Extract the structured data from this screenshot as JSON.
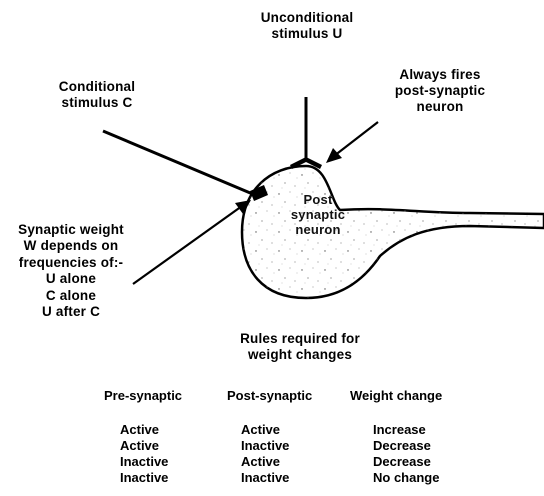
{
  "labels": {
    "unconditional": [
      "Unconditional",
      "stimulus U"
    ],
    "conditional": [
      "Conditional",
      "stimulus C"
    ],
    "always_fires": [
      "Always fires",
      "post-synaptic",
      "neuron"
    ],
    "neuron": [
      "Post",
      "synaptic",
      "neuron"
    ],
    "weight": [
      "Synaptic weight",
      "W depends on",
      "frequencies of:-",
      "U alone",
      "C alone",
      "U after C"
    ]
  },
  "rules": {
    "title": [
      "Rules required for",
      "weight changes"
    ],
    "headers": [
      "Pre-synaptic",
      "Post-synaptic",
      "Weight change"
    ],
    "pre": [
      "Active",
      "Active",
      "Inactive",
      "Inactive"
    ],
    "post": [
      "Active",
      "Inactive",
      "Active",
      "Inactive"
    ],
    "change": [
      "Increase",
      "Decrease",
      "Decrease",
      "No change"
    ]
  }
}
